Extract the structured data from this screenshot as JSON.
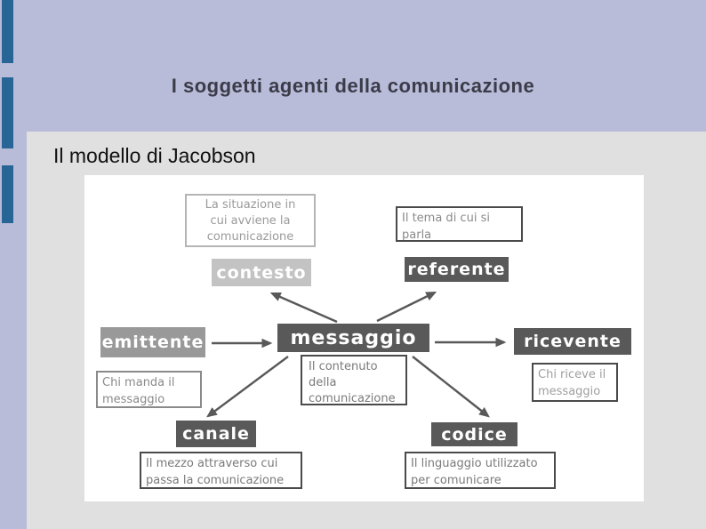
{
  "slide": {
    "title": "I soggetti agenti della comunicazione",
    "subtitle": "Il modello di Jacobson"
  },
  "colors": {
    "header_background": "#b8bcd8",
    "panel_background": "#e0e0e0",
    "accent_bar_blue": "#276597",
    "diagram_background": "#ffffff",
    "node_dark_gray": "#595959",
    "node_medium_gray": "#999999",
    "node_light_gray": "#c3c3c3",
    "node_text": "#ffffff",
    "note_text_gray": "#7a7a7a",
    "arrow_gray": "#595959",
    "title_text": "#3b3b49"
  },
  "diagram": {
    "contesto": {
      "label": "contesto",
      "note": [
        "La situazione in",
        "cui avviene la",
        "comunicazione"
      ]
    },
    "referente": {
      "label": "referente",
      "note": [
        "Il tema di cui si",
        "parla"
      ]
    },
    "emittente": {
      "label": "emittente",
      "note": [
        "Chi manda il",
        "messaggio"
      ]
    },
    "messaggio": {
      "label": "messaggio",
      "note": [
        "Il contenuto",
        "della",
        "comunicazione"
      ]
    },
    "ricevente": {
      "label": "ricevente",
      "note": [
        "Chi riceve il",
        "messaggio"
      ]
    },
    "canale": {
      "label": "canale",
      "note": [
        "Il mezzo attraverso cui",
        "passa la comunicazione"
      ]
    },
    "codice": {
      "label": "codice",
      "note": [
        "Il linguaggio utilizzato",
        "per comunicare"
      ]
    },
    "connections": [
      {
        "from": "emittente",
        "to": "messaggio"
      },
      {
        "from": "messaggio",
        "to": "ricevente"
      },
      {
        "from": "messaggio",
        "to": "contesto"
      },
      {
        "from": "messaggio",
        "to": "referente"
      },
      {
        "from": "messaggio",
        "to": "canale"
      },
      {
        "from": "messaggio",
        "to": "codice"
      }
    ]
  }
}
